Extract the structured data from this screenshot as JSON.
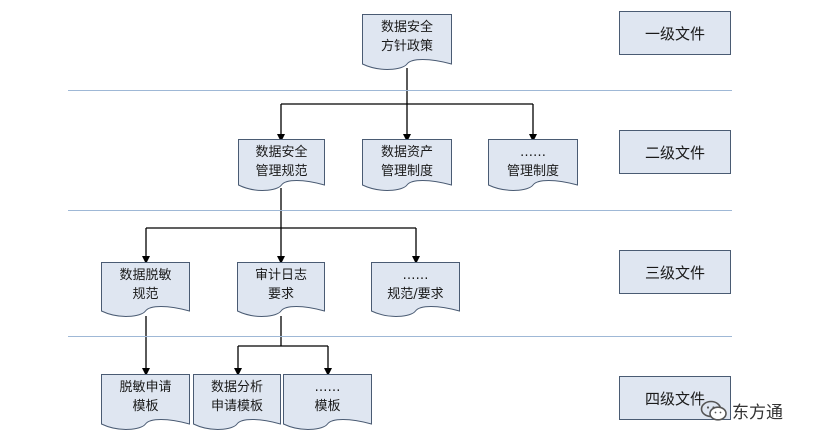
{
  "levels": [
    {
      "label": "一级文件"
    },
    {
      "label": "二级文件"
    },
    {
      "label": "三级文件"
    },
    {
      "label": "四级文件"
    }
  ],
  "documents": {
    "policy": {
      "line1": "数据安全",
      "line2": "方针政策"
    },
    "security_spec": {
      "line1": "数据安全",
      "line2": "管理规范"
    },
    "asset_mgmt": {
      "line1": "数据资产",
      "line2": "管理制度"
    },
    "more_mgmt": {
      "line1": "……",
      "line2": "管理制度"
    },
    "desens_spec": {
      "line1": "数据脱敏",
      "line2": "规范"
    },
    "audit_log": {
      "line1": "审计日志",
      "line2": "要求"
    },
    "more_req": {
      "line1": "……",
      "line2": "规范/要求"
    },
    "desens_form": {
      "line1": "脱敏申请",
      "line2": "模板"
    },
    "analysis_form": {
      "line1": "数据分析",
      "line2": "申请模板"
    },
    "more_tpl": {
      "line1": "……",
      "line2": "模板"
    }
  },
  "watermark": {
    "text": "东方通"
  },
  "colors": {
    "doc_fill": "#dfe6f1",
    "doc_stroke": "#4a5b73",
    "divider": "#9fb8d6",
    "connector": "#000000"
  }
}
